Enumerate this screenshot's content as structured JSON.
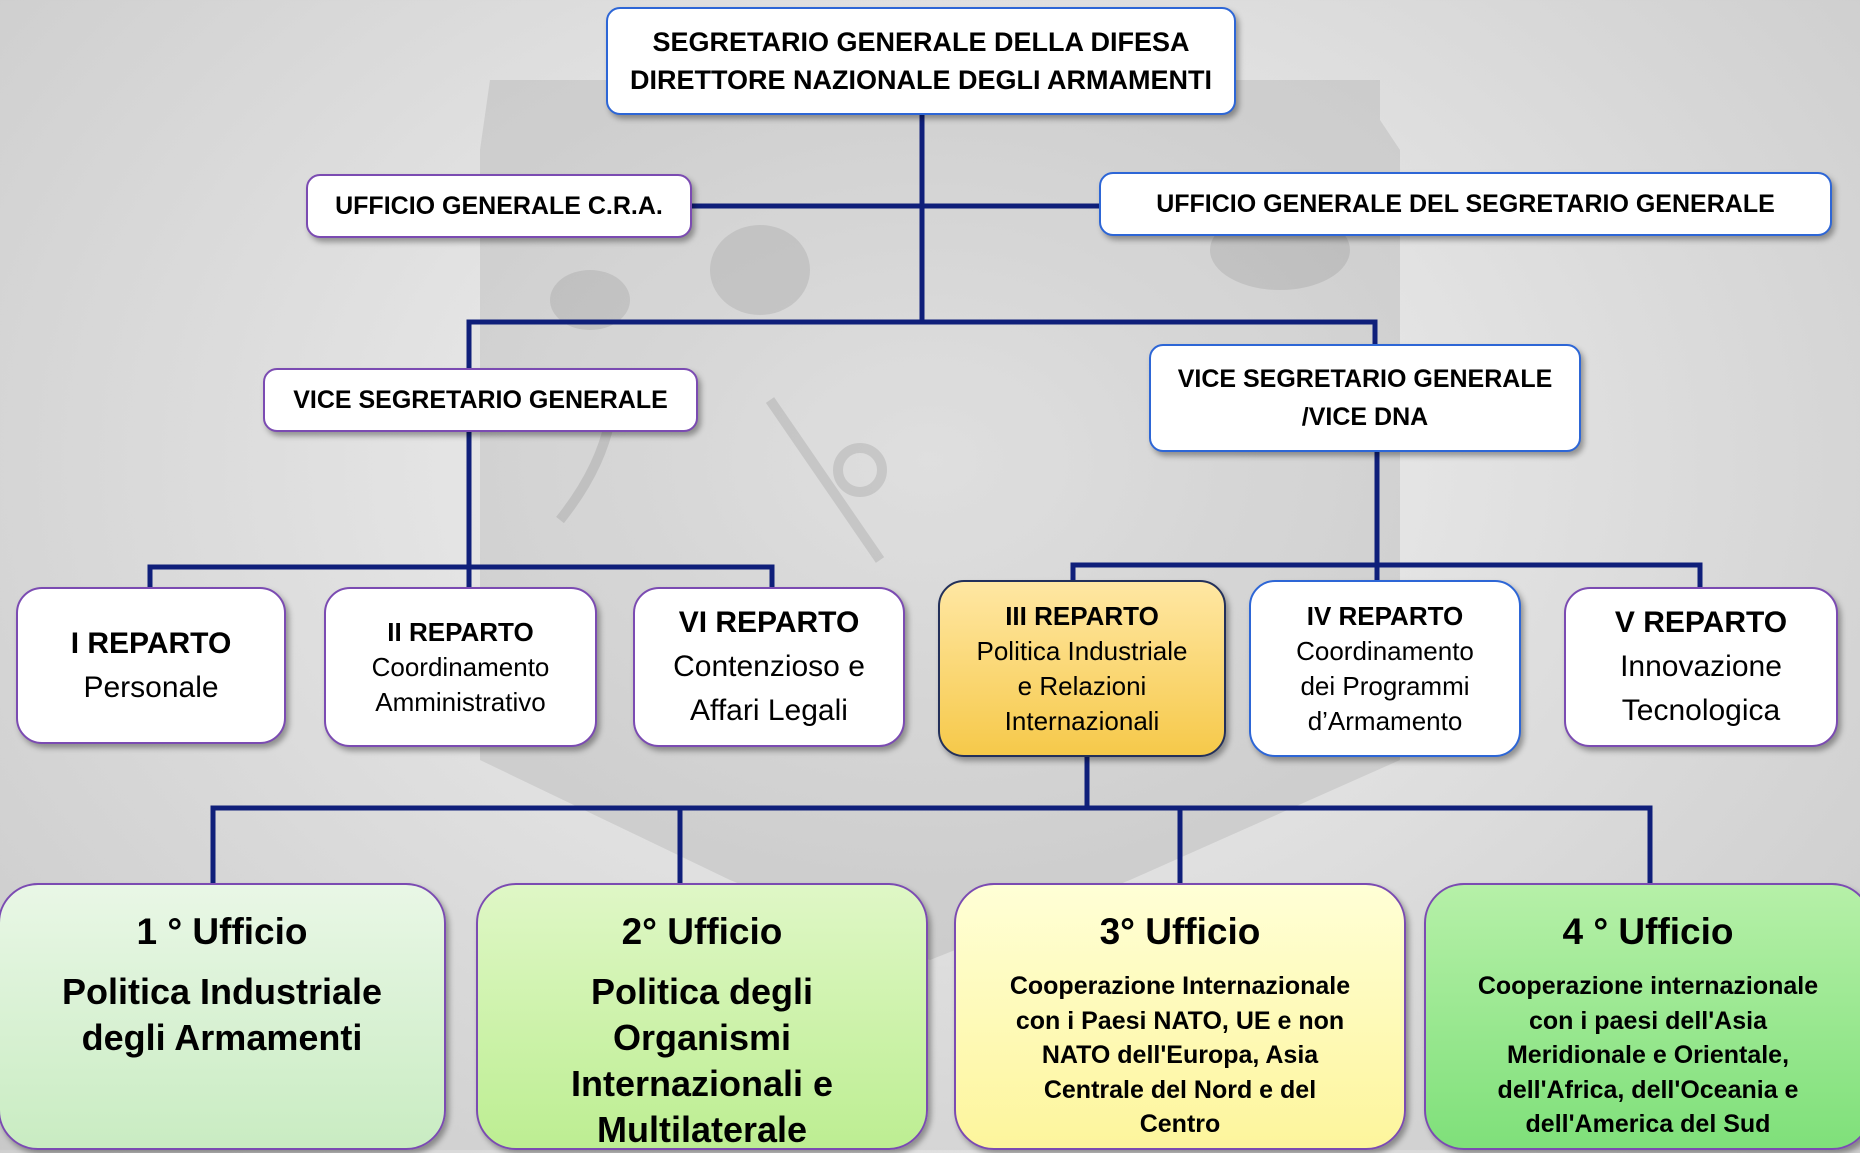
{
  "top": {
    "line1": "SEGRETARIO GENERALE DELLA DIFESA",
    "line2": "DIRETTORE NAZIONALE DEGLI ARMAMENTI"
  },
  "staff": {
    "cra": "UFFICIO GENERALE C.R.A.",
    "sg": "UFFICIO GENERALE DEL SEGRETARIO GENERALE"
  },
  "deputies": {
    "vsg": "VICE SEGRETARIO GENERALE",
    "vsg_dna_line1": "VICE SEGRETARIO GENERALE",
    "vsg_dna_line2": "/VICE DNA"
  },
  "reparti": [
    {
      "title": "I REPARTO",
      "desc": [
        "Personale"
      ]
    },
    {
      "title": "II REPARTO",
      "desc": [
        "Coordinamento",
        "Amministrativo"
      ]
    },
    {
      "title": "VI REPARTO",
      "desc": [
        "Contenzioso e",
        "Affari Legali"
      ]
    },
    {
      "title": "III REPARTO",
      "desc": [
        "Politica Industriale",
        "e Relazioni",
        "Internazionali"
      ]
    },
    {
      "title": "IV REPARTO",
      "desc": [
        "Coordinamento",
        "dei Programmi",
        "d’Armamento"
      ]
    },
    {
      "title": "V REPARTO",
      "desc": [
        "Innovazione",
        "Tecnologica"
      ]
    }
  ],
  "uffici": [
    {
      "title": "1 ° Ufficio",
      "desc": [
        "Politica Industriale",
        "degli Armamenti"
      ]
    },
    {
      "title": "2° Ufficio",
      "desc": [
        "Politica degli",
        "Organismi",
        "Internazionali e",
        "Multilaterale"
      ]
    },
    {
      "title": "3° Ufficio",
      "desc": [
        "Cooperazione Internazionale",
        "con i Paesi NATO, UE e non",
        "NATO dell'Europa, Asia",
        "Centrale del Nord e del",
        "Centro"
      ]
    },
    {
      "title": "4 ° Ufficio",
      "desc": [
        "Cooperazione internazionale",
        "con i paesi dell'Asia",
        "Meridionale e Orientale,",
        "dell'Africa, dell'Oceania e",
        "dell'America del Sud"
      ]
    }
  ],
  "colors": {
    "connector": "#0f1f7a",
    "highlight": "#f6c94a",
    "border_purple": "#7b4bb2",
    "border_blue": "#2d66d6"
  }
}
